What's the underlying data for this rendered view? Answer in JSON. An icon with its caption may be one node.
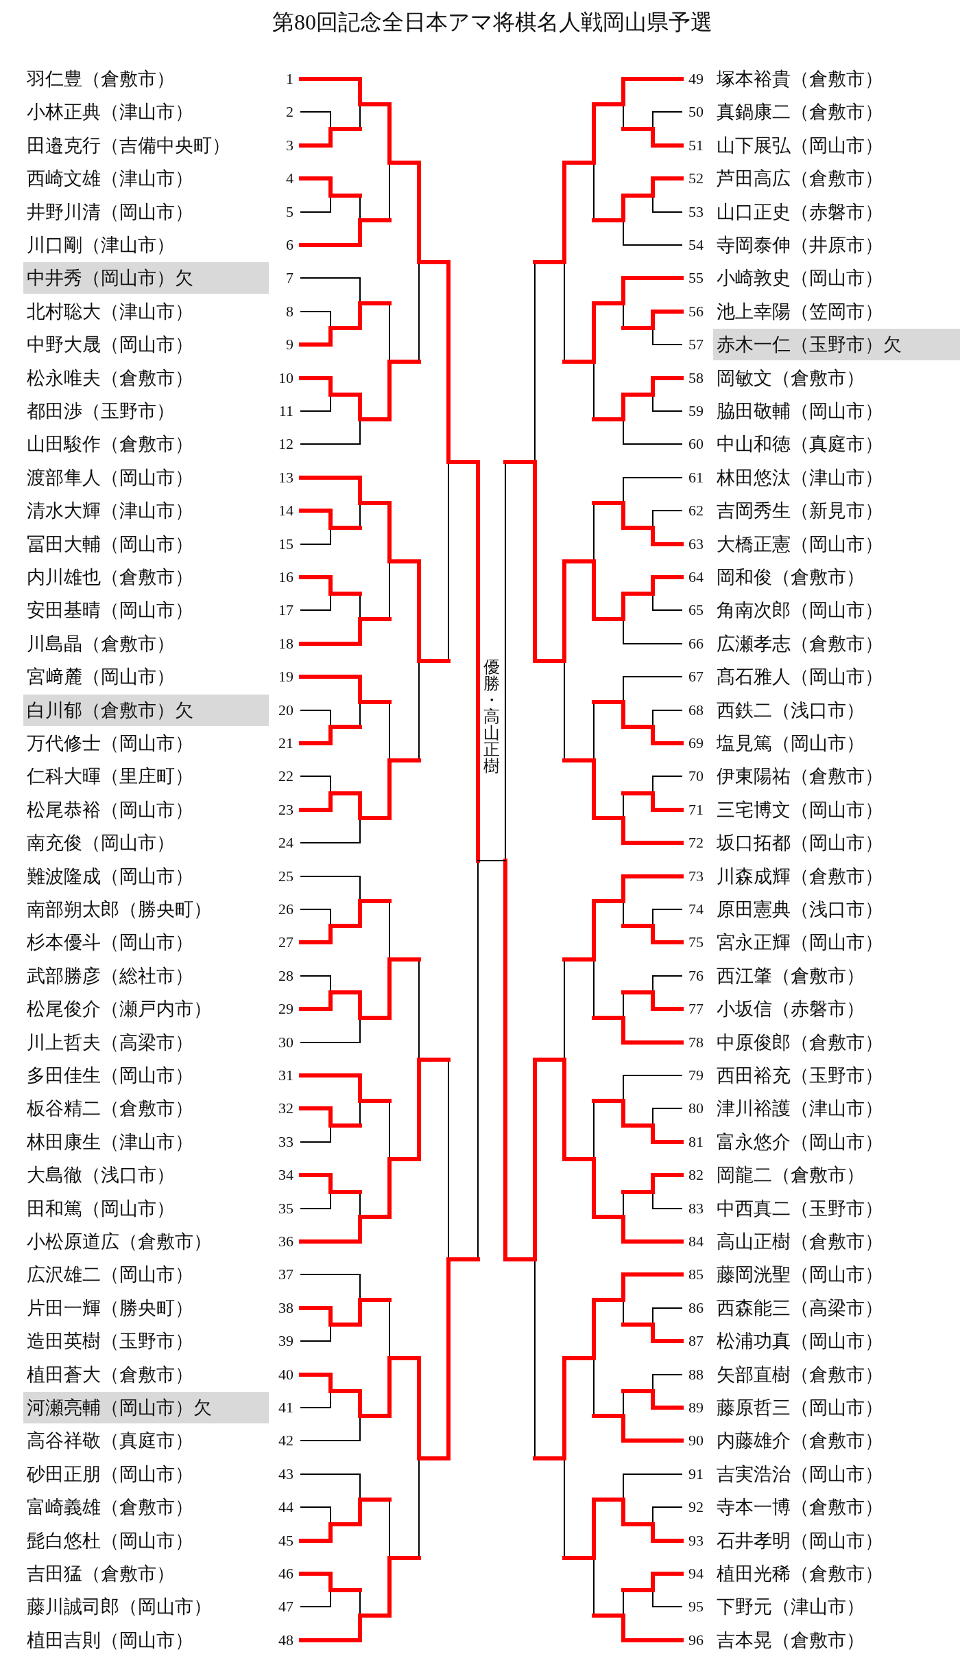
{
  "diagram": {
    "title": "第80回記念全日本アマ将棋名人戦岡山県予選",
    "nodes": [
      {
        "text": [
          "羽仁豊（倉敷市）"
        ],
        "beside": [
          "1"
        ]
      },
      {
        "text": [
          "小林正典（津山市）"
        ],
        "beside": [
          "2"
        ]
      },
      {
        "text": [
          "田邉克行（吉備中央町）"
        ],
        "beside": [
          "3"
        ]
      },
      {
        "text": [
          "西崎文雄（津山市）"
        ],
        "beside": [
          "4"
        ]
      },
      {
        "text": [
          "井野川清（岡山市）"
        ],
        "beside": [
          "5"
        ]
      },
      {
        "text": [
          "川口剛（津山市）"
        ],
        "beside": [
          "6"
        ]
      },
      {
        "text": [
          "中井秀（岡山市）欠"
        ],
        "beside": [
          "7"
        ]
      },
      {
        "text": [
          "北村聡大（津山市）"
        ],
        "beside": [
          "8"
        ]
      },
      {
        "text": [
          "中野大晟（岡山市）"
        ],
        "beside": [
          "9"
        ]
      },
      {
        "text": [
          "松永唯夫（倉敷市）"
        ],
        "beside": [
          "10"
        ]
      },
      {
        "text": [
          "都田渉（玉野市）"
        ],
        "beside": [
          "11"
        ]
      },
      {
        "text": [
          "山田駿作（倉敷市）"
        ],
        "beside": [
          "12"
        ]
      },
      {
        "text": [
          "渡部隼人（岡山市）"
        ],
        "beside": [
          "13"
        ]
      },
      {
        "text": [
          "清水大輝（津山市）"
        ],
        "beside": [
          "14"
        ]
      },
      {
        "text": [
          "冨田大輔（岡山市）"
        ],
        "beside": [
          "15"
        ]
      },
      {
        "text": [
          "内川雄也（倉敷市）"
        ],
        "beside": [
          "16"
        ]
      },
      {
        "text": [
          "安田基晴（岡山市）"
        ],
        "beside": [
          "17"
        ]
      },
      {
        "text": [
          "川島晶（倉敷市）"
        ],
        "beside": [
          "18"
        ]
      },
      {
        "text": [
          "宮﨑麓（岡山市）"
        ],
        "beside": [
          "19"
        ]
      },
      {
        "text": [
          "白川郁（倉敷市）欠"
        ],
        "beside": [
          "20"
        ]
      },
      {
        "text": [
          "万代修士（岡山市）"
        ],
        "beside": [
          "21"
        ]
      },
      {
        "text": [
          "仁科大暉（里庄町）"
        ],
        "beside": [
          "22"
        ]
      },
      {
        "text": [
          "松尾恭裕（岡山市）"
        ],
        "beside": [
          "23"
        ]
      },
      {
        "text": [
          "南充俊（岡山市）"
        ],
        "beside": [
          "24"
        ]
      },
      {
        "text": [
          "難波隆成（岡山市）"
        ],
        "beside": [
          "25"
        ]
      },
      {
        "text": [
          "南部朔太郎（勝央町）"
        ],
        "beside": [
          "26"
        ]
      },
      {
        "text": [
          "杉本優斗（岡山市）"
        ],
        "beside": [
          "27"
        ]
      },
      {
        "text": [
          "武部勝彦（総社市）"
        ],
        "beside": [
          "28"
        ]
      },
      {
        "text": [
          "松尾俊介（瀬戸内市）"
        ],
        "beside": [
          "29"
        ]
      },
      {
        "text": [
          "川上哲夫（高梁市）"
        ],
        "beside": [
          "30"
        ]
      },
      {
        "text": [
          "多田佳生（岡山市）"
        ],
        "beside": [
          "31"
        ]
      },
      {
        "text": [
          "板谷精二（倉敷市）"
        ],
        "beside": [
          "32"
        ]
      },
      {
        "text": [
          "林田康生（津山市）"
        ],
        "beside": [
          "33"
        ]
      },
      {
        "text": [
          "大島徹（浅口市）"
        ],
        "beside": [
          "34"
        ]
      },
      {
        "text": [
          "田和篤（岡山市）"
        ],
        "beside": [
          "35"
        ]
      },
      {
        "text": [
          "小松原道広（倉敷市）"
        ],
        "beside": [
          "36"
        ]
      },
      {
        "text": [
          "広沢雄二（岡山市）"
        ],
        "beside": [
          "37"
        ]
      },
      {
        "text": [
          "片田一輝（勝央町）"
        ],
        "beside": [
          "38"
        ]
      },
      {
        "text": [
          "造田英樹（玉野市）"
        ],
        "beside": [
          "39"
        ]
      },
      {
        "text": [
          "植田蒼大（倉敷市）"
        ],
        "beside": [
          "40"
        ]
      },
      {
        "text": [
          "河瀬亮輔（岡山市）欠"
        ],
        "beside": [
          "41"
        ]
      },
      {
        "text": [
          "高谷祥敬（真庭市）"
        ],
        "beside": [
          "42"
        ]
      },
      {
        "text": [
          "砂田正朋（岡山市）"
        ],
        "beside": [
          "43"
        ]
      },
      {
        "text": [
          "富崎義雄（倉敷市）"
        ],
        "beside": [
          "44"
        ]
      },
      {
        "text": [
          "髭白悠杜（岡山市）"
        ],
        "beside": [
          "45"
        ]
      },
      {
        "text": [
          "吉田猛（倉敷市）"
        ],
        "beside": [
          "46"
        ]
      },
      {
        "text": [
          "藤川誠司郎（岡山市）"
        ],
        "beside": [
          "47"
        ]
      },
      {
        "text": [
          "植田吉則（岡山市）"
        ],
        "beside": [
          "48"
        ]
      },
      {
        "text": [
          "塚本裕貴（倉敷市）"
        ],
        "beside": [
          "49"
        ]
      },
      {
        "text": [
          "真鍋康二（倉敷市）"
        ],
        "beside": [
          "50"
        ]
      },
      {
        "text": [
          "山下展弘（岡山市）"
        ],
        "beside": [
          "51"
        ]
      },
      {
        "text": [
          "芦田高広（倉敷市）"
        ],
        "beside": [
          "52"
        ]
      },
      {
        "text": [
          "山口正史（赤磐市）"
        ],
        "beside": [
          "53"
        ]
      },
      {
        "text": [
          "寺岡泰伸（井原市）"
        ],
        "beside": [
          "54"
        ]
      },
      {
        "text": [
          "小崎敦史（岡山市）"
        ],
        "beside": [
          "55"
        ]
      },
      {
        "text": [
          "池上幸陽（笠岡市）"
        ],
        "beside": [
          "56"
        ]
      },
      {
        "text": [
          "赤木一仁（玉野市）欠"
        ],
        "beside": [
          "57"
        ]
      },
      {
        "text": [
          "岡敏文（倉敷市）"
        ],
        "beside": [
          "58"
        ]
      },
      {
        "text": [
          "脇田敬輔（岡山市）"
        ],
        "beside": [
          "59"
        ]
      },
      {
        "text": [
          "中山和徳（真庭市）"
        ],
        "beside": [
          "60"
        ]
      },
      {
        "text": [
          "林田悠汰（津山市）"
        ],
        "beside": [
          "61"
        ]
      },
      {
        "text": [
          "吉岡秀生（新見市）"
        ],
        "beside": [
          "62"
        ]
      },
      {
        "text": [
          "大橋正憲（岡山市）"
        ],
        "beside": [
          "63"
        ]
      },
      {
        "text": [
          "岡和俊（倉敷市）"
        ],
        "beside": [
          "64"
        ]
      },
      {
        "text": [
          "角南次郎（岡山市）"
        ],
        "beside": [
          "65"
        ]
      },
      {
        "text": [
          "広瀬孝志（倉敷市）"
        ],
        "beside": [
          "66"
        ]
      },
      {
        "text": [
          "髙石雅人（岡山市）"
        ],
        "beside": [
          "67"
        ]
      },
      {
        "text": [
          "西鉄二（浅口市）"
        ],
        "beside": [
          "68"
        ]
      },
      {
        "text": [
          "塩見篤（岡山市）"
        ],
        "beside": [
          "69"
        ]
      },
      {
        "text": [
          "伊東陽祐（倉敷市）"
        ],
        "beside": [
          "70"
        ]
      },
      {
        "text": [
          "三宅博文（岡山市）"
        ],
        "beside": [
          "71"
        ]
      },
      {
        "text": [
          "坂口拓都（岡山市）"
        ],
        "beside": [
          "72"
        ]
      },
      {
        "text": [
          "川森成輝（倉敷市）"
        ],
        "beside": [
          "73"
        ]
      },
      {
        "text": [
          "原田憲典（浅口市）"
        ],
        "beside": [
          "74"
        ]
      },
      {
        "text": [
          "宮永正輝（岡山市）"
        ],
        "beside": [
          "75"
        ]
      },
      {
        "text": [
          "西江肇（倉敷市）"
        ],
        "beside": [
          "76"
        ]
      },
      {
        "text": [
          "小坂信（赤磐市）"
        ],
        "beside": [
          "77"
        ]
      },
      {
        "text": [
          "中原俊郎（倉敷市）"
        ],
        "beside": [
          "78"
        ]
      },
      {
        "text": [
          "西田裕充（玉野市）"
        ],
        "beside": [
          "79"
        ]
      },
      {
        "text": [
          "津川裕護（津山市）"
        ],
        "beside": [
          "80"
        ]
      },
      {
        "text": [
          "富永悠介（岡山市）"
        ],
        "beside": [
          "81"
        ]
      },
      {
        "text": [
          "岡龍二（倉敷市）"
        ],
        "beside": [
          "82"
        ]
      },
      {
        "text": [
          "中西真二（玉野市）"
        ],
        "beside": [
          "83"
        ]
      },
      {
        "text": [
          "高山正樹（倉敷市）"
        ],
        "beside": [
          "84"
        ]
      },
      {
        "text": [
          "藤岡洸聖（岡山市）"
        ],
        "beside": [
          "85"
        ]
      },
      {
        "text": [
          "西森能三（高梁市）"
        ],
        "beside": [
          "86"
        ]
      },
      {
        "text": [
          "松浦功真（岡山市）"
        ],
        "beside": [
          "87"
        ]
      },
      {
        "text": [
          "矢部直樹（倉敷市）"
        ],
        "beside": [
          "88"
        ]
      },
      {
        "text": [
          "藤原哲三（岡山市）"
        ],
        "beside": [
          "89"
        ]
      },
      {
        "text": [
          "内藤雄介（倉敷市）"
        ],
        "beside": [
          "90"
        ]
      },
      {
        "text": [
          "吉実浩治（岡山市）"
        ],
        "beside": [
          "91"
        ]
      },
      {
        "text": [
          "寺本一博（倉敷市）"
        ],
        "beside": [
          "92"
        ]
      },
      {
        "text": [
          "石井孝明（岡山市）"
        ],
        "beside": [
          "93"
        ]
      },
      {
        "text": [
          "植田光稀（倉敷市）"
        ],
        "beside": [
          "94"
        ]
      },
      {
        "text": [
          "下野元（津山市）"
        ],
        "beside": [
          "95"
        ]
      },
      {
        "text": [
          "吉本晃（倉敷市）"
        ],
        "beside": [
          "96"
        ]
      },
      {
        "text": [],
        "shape": "bar"
      },
      {
        "text": [],
        "shape": "bar"
      },
      {
        "text": [],
        "shape": "bar"
      },
      {
        "text": [],
        "shape": "bar"
      },
      {
        "text": [],
        "shape": "bar"
      },
      {
        "text": [],
        "shape": "bar"
      },
      {
        "text": [],
        "shape": "bar"
      },
      {
        "text": [],
        "shape": "bar"
      },
      {
        "text": [],
        "shape": "bar"
      },
      {
        "text": [],
        "shape": "bar"
      },
      {
        "text": [],
        "shape": "bar"
      },
      {
        "text": [],
        "shape": "bar"
      },
      {
        "text": [],
        "shape": "bar"
      },
      {
        "text": [],
        "shape": "bar"
      },
      {
        "text": [],
        "shape": "bar"
      },
      {
        "text": [],
        "shape": "bar"
      },
      {
        "text": [],
        "shape": "bar"
      },
      {
        "text": [],
        "shape": "bar"
      },
      {
        "text": [],
        "shape": "bar"
      },
      {
        "text": [],
        "shape": "bar"
      },
      {
        "text": [],
        "shape": "bar"
      },
      {
        "text": [],
        "shape": "bar"
      },
      {
        "text": [],
        "shape": "bar"
      },
      {
        "text": [],
        "shape": "bar"
      },
      {
        "text": [],
        "shape": "bar"
      },
      {
        "text": [],
        "shape": "bar"
      },
      {
        "text": [],
        "shape": "bar"
      },
      {
        "text": [],
        "shape": "bar"
      },
      {
        "text": [],
        "shape": "bar"
      },
      {
        "text": [],
        "shape": "bar"
      },
      {
        "text": [],
        "shape": "bar"
      },
      {
        "text": [],
        "shape": "bar"
      },
      {
        "text": [],
        "shape": "bar"
      },
      {
        "text": [],
        "shape": "bar"
      },
      {
        "text": [],
        "shape": "bar"
      },
      {
        "text": [],
        "shape": "bar"
      },
      {
        "text": [],
        "shape": "bar"
      },
      {
        "text": [],
        "shape": "bar"
      },
      {
        "text": [],
        "shape": "bar"
      },
      {
        "text": [],
        "shape": "bar"
      },
      {
        "text": [],
        "shape": "bar"
      },
      {
        "text": [],
        "shape": "bar"
      },
      {
        "text": [],
        "shape": "bar"
      },
      {
        "text": [],
        "shape": "bar"
      },
      {
        "text": [],
        "shape": "bar"
      },
      {
        "text": [],
        "shape": "bar"
      },
      {
        "text": [],
        "shape": "bar"
      },
      {
        "text": [],
        "shape": "bar"
      },
      {
        "text": [],
        "shape": "bar"
      },
      {
        "text": [],
        "shape": "bar"
      },
      {
        "text": [],
        "shape": "bar"
      },
      {
        "text": [],
        "shape": "bar"
      },
      {
        "text": [],
        "shape": "bar"
      },
      {
        "text": [],
        "shape": "bar"
      },
      {
        "text": [],
        "shape": "bar"
      },
      {
        "text": [],
        "shape": "bar"
      },
      {
        "text": [],
        "shape": "bar"
      },
      {
        "text": [],
        "shape": "bar"
      },
      {
        "text": [],
        "shape": "bar"
      },
      {
        "text": [],
        "shape": "bar"
      },
      {
        "text": [],
        "shape": "bar"
      },
      {
        "text": [],
        "shape": "bar"
      },
      {
        "text": [],
        "shape": "bar"
      },
      {
        "text": [],
        "shape": "bar"
      },
      {
        "text": [],
        "shape": "bar"
      },
      {
        "text": [],
        "shape": "bar"
      },
      {
        "text": [],
        "shape": "bar"
      },
      {
        "text": [],
        "shape": "bar"
      },
      {
        "text": [],
        "shape": "bar"
      },
      {
        "text": [],
        "shape": "bar"
      },
      {
        "text": [],
        "shape": "bar"
      },
      {
        "text": [],
        "shape": "bar"
      },
      {
        "text": [],
        "shape": "bar"
      },
      {
        "text": [],
        "shape": "bar"
      },
      {
        "text": [],
        "shape": "bar"
      },
      {
        "text": [],
        "shape": "bar"
      },
      {
        "text": [],
        "shape": "bar"
      },
      {
        "text": [],
        "shape": "bar"
      },
      {
        "text": [],
        "shape": "bar"
      },
      {
        "text": [],
        "shape": "bar"
      },
      {
        "text": [],
        "shape": "bar"
      },
      {
        "text": [],
        "shape": "bar"
      },
      {
        "text": [],
        "shape": "bar"
      },
      {
        "text": [],
        "shape": "bar"
      },
      {
        "text": [],
        "shape": "bar"
      },
      {
        "text": [],
        "shape": "bar"
      },
      {
        "text": [],
        "shape": "bar"
      },
      {
        "text": [],
        "shape": "bar"
      },
      {
        "text": [],
        "shape": "bar"
      },
      {
        "text": [],
        "shape": "bar"
      },
      {
        "text": [],
        "shape": "bar"
      },
      {
        "text": [],
        "shape": "bar"
      },
      {
        "text": [],
        "shape": "bar"
      },
      {
        "text": [],
        "shape": "bar"
      }
    ],
    "edges": [
      {
        "from": 1,
        "to": 96,
        "arrow": "none"
      },
      {
        "from": 2,
        "to": 96,
        "arrow": "none",
        "style": "thick",
        "color": "#ff0000"
      },
      {
        "from": 0,
        "to": 97,
        "arrow": "none",
        "style": "thick",
        "color": "#ff0000"
      },
      {
        "from": 96,
        "to": 97,
        "arrow": "none"
      },
      {
        "from": 3,
        "to": 98,
        "arrow": "none",
        "style": "thick",
        "color": "#ff0000"
      },
      {
        "from": 4,
        "to": 98,
        "arrow": "none"
      },
      {
        "from": 98,
        "to": 99,
        "arrow": "none"
      },
      {
        "from": 5,
        "to": 99,
        "arrow": "none",
        "style": "thick",
        "color": "#ff0000"
      },
      {
        "from": 97,
        "to": 100,
        "arrow": "none",
        "style": "thick",
        "color": "#ff0000"
      },
      {
        "from": 99,
        "to": 100,
        "arrow": "none"
      },
      {
        "from": 7,
        "to": 101,
        "arrow": "none"
      },
      {
        "from": 8,
        "to": 101,
        "arrow": "none",
        "style": "thick",
        "color": "#ff0000"
      },
      {
        "from": 6,
        "to": 102,
        "arrow": "none"
      },
      {
        "from": 101,
        "to": 102,
        "arrow": "none",
        "style": "thick",
        "color": "#ff0000"
      },
      {
        "from": 9,
        "to": 103,
        "arrow": "none",
        "style": "thick",
        "color": "#ff0000"
      },
      {
        "from": 10,
        "to": 103,
        "arrow": "none"
      },
      {
        "from": 103,
        "to": 104,
        "arrow": "none",
        "style": "thick",
        "color": "#ff0000"
      },
      {
        "from": 11,
        "to": 104,
        "arrow": "none"
      },
      {
        "from": 102,
        "to": 105,
        "arrow": "none"
      },
      {
        "from": 104,
        "to": 105,
        "arrow": "none",
        "style": "thick",
        "color": "#ff0000"
      },
      {
        "from": 100,
        "to": 106,
        "arrow": "none",
        "style": "thick",
        "color": "#ff0000"
      },
      {
        "from": 105,
        "to": 106,
        "arrow": "none"
      },
      {
        "from": 13,
        "to": 107,
        "arrow": "none",
        "style": "thick",
        "color": "#ff0000"
      },
      {
        "from": 14,
        "to": 107,
        "arrow": "none"
      },
      {
        "from": 12,
        "to": 108,
        "arrow": "none",
        "style": "thick",
        "color": "#ff0000"
      },
      {
        "from": 107,
        "to": 108,
        "arrow": "none"
      },
      {
        "from": 15,
        "to": 109,
        "arrow": "none",
        "style": "thick",
        "color": "#ff0000"
      },
      {
        "from": 16,
        "to": 109,
        "arrow": "none"
      },
      {
        "from": 109,
        "to": 110,
        "arrow": "none"
      },
      {
        "from": 17,
        "to": 110,
        "arrow": "none",
        "style": "thick",
        "color": "#ff0000"
      },
      {
        "from": 108,
        "to": 111,
        "arrow": "none",
        "style": "thick",
        "color": "#ff0000"
      },
      {
        "from": 110,
        "to": 111,
        "arrow": "none"
      },
      {
        "from": 19,
        "to": 112,
        "arrow": "none"
      },
      {
        "from": 20,
        "to": 112,
        "arrow": "none",
        "style": "thick",
        "color": "#ff0000"
      },
      {
        "from": 18,
        "to": 113,
        "arrow": "none",
        "style": "thick",
        "color": "#ff0000"
      },
      {
        "from": 112,
        "to": 113,
        "arrow": "none"
      },
      {
        "from": 21,
        "to": 114,
        "arrow": "none"
      },
      {
        "from": 22,
        "to": 114,
        "arrow": "none",
        "style": "thick",
        "color": "#ff0000"
      },
      {
        "from": 114,
        "to": 115,
        "arrow": "none",
        "style": "thick",
        "color": "#ff0000"
      },
      {
        "from": 23,
        "to": 115,
        "arrow": "none"
      },
      {
        "from": 113,
        "to": 116,
        "arrow": "none"
      },
      {
        "from": 115,
        "to": 116,
        "arrow": "none",
        "style": "thick",
        "color": "#ff0000"
      },
      {
        "from": 111,
        "to": 117,
        "arrow": "none",
        "style": "thick",
        "color": "#ff0000"
      },
      {
        "from": 116,
        "to": 117,
        "arrow": "none"
      },
      {
        "from": 106,
        "to": 118,
        "arrow": "none",
        "style": "thick",
        "color": "#ff0000"
      },
      {
        "from": 117,
        "to": 118,
        "arrow": "none"
      },
      {
        "from": 25,
        "to": 119,
        "arrow": "none"
      },
      {
        "from": 26,
        "to": 119,
        "arrow": "none",
        "style": "thick",
        "color": "#ff0000"
      },
      {
        "from": 24,
        "to": 120,
        "arrow": "none"
      },
      {
        "from": 119,
        "to": 120,
        "arrow": "none",
        "style": "thick",
        "color": "#ff0000"
      },
      {
        "from": 27,
        "to": 121,
        "arrow": "none"
      },
      {
        "from": 28,
        "to": 121,
        "arrow": "none",
        "style": "thick",
        "color": "#ff0000"
      },
      {
        "from": 121,
        "to": 122,
        "arrow": "none",
        "style": "thick",
        "color": "#ff0000"
      },
      {
        "from": 29,
        "to": 122,
        "arrow": "none"
      },
      {
        "from": 120,
        "to": 123,
        "arrow": "none"
      },
      {
        "from": 122,
        "to": 123,
        "arrow": "none",
        "style": "thick",
        "color": "#ff0000"
      },
      {
        "from": 31,
        "to": 124,
        "arrow": "none",
        "style": "thick",
        "color": "#ff0000"
      },
      {
        "from": 32,
        "to": 124,
        "arrow": "none"
      },
      {
        "from": 30,
        "to": 125,
        "arrow": "none",
        "style": "thick",
        "color": "#ff0000"
      },
      {
        "from": 124,
        "to": 125,
        "arrow": "none"
      },
      {
        "from": 33,
        "to": 126,
        "arrow": "none",
        "style": "thick",
        "color": "#ff0000"
      },
      {
        "from": 34,
        "to": 126,
        "arrow": "none"
      },
      {
        "from": 126,
        "to": 127,
        "arrow": "none"
      },
      {
        "from": 35,
        "to": 127,
        "arrow": "none",
        "style": "thick",
        "color": "#ff0000"
      },
      {
        "from": 125,
        "to": 128,
        "arrow": "none"
      },
      {
        "from": 127,
        "to": 128,
        "arrow": "none",
        "style": "thick",
        "color": "#ff0000"
      },
      {
        "from": 123,
        "to": 129,
        "arrow": "none"
      },
      {
        "from": 128,
        "to": 129,
        "arrow": "none",
        "style": "thick",
        "color": "#ff0000"
      },
      {
        "from": 37,
        "to": 130,
        "arrow": "none",
        "style": "thick",
        "color": "#ff0000"
      },
      {
        "from": 38,
        "to": 130,
        "arrow": "none"
      },
      {
        "from": 36,
        "to": 131,
        "arrow": "none"
      },
      {
        "from": 130,
        "to": 131,
        "arrow": "none",
        "style": "thick",
        "color": "#ff0000"
      },
      {
        "from": 39,
        "to": 132,
        "arrow": "none",
        "style": "thick",
        "color": "#ff0000"
      },
      {
        "from": 40,
        "to": 132,
        "arrow": "none"
      },
      {
        "from": 132,
        "to": 133,
        "arrow": "none",
        "style": "thick",
        "color": "#ff0000"
      },
      {
        "from": 41,
        "to": 133,
        "arrow": "none"
      },
      {
        "from": 131,
        "to": 134,
        "arrow": "none"
      },
      {
        "from": 133,
        "to": 134,
        "arrow": "none",
        "style": "thick",
        "color": "#ff0000"
      },
      {
        "from": 43,
        "to": 135,
        "arrow": "none"
      },
      {
        "from": 44,
        "to": 135,
        "arrow": "none",
        "style": "thick",
        "color": "#ff0000"
      },
      {
        "from": 42,
        "to": 136,
        "arrow": "none"
      },
      {
        "from": 135,
        "to": 136,
        "arrow": "none",
        "style": "thick",
        "color": "#ff0000"
      },
      {
        "from": 45,
        "to": 137,
        "arrow": "none",
        "style": "thick",
        "color": "#ff0000"
      },
      {
        "from": 46,
        "to": 137,
        "arrow": "none"
      },
      {
        "from": 137,
        "to": 138,
        "arrow": "none"
      },
      {
        "from": 47,
        "to": 138,
        "arrow": "none",
        "style": "thick",
        "color": "#ff0000"
      },
      {
        "from": 136,
        "to": 139,
        "arrow": "none"
      },
      {
        "from": 138,
        "to": 139,
        "arrow": "none",
        "style": "thick",
        "color": "#ff0000"
      },
      {
        "from": 134,
        "to": 140,
        "arrow": "none",
        "style": "thick",
        "color": "#ff0000"
      },
      {
        "from": 139,
        "to": 140,
        "arrow": "none"
      },
      {
        "from": 129,
        "to": 141,
        "arrow": "none"
      },
      {
        "from": 140,
        "to": 141,
        "arrow": "none",
        "style": "thick",
        "color": "#ff0000"
      },
      {
        "from": 118,
        "to": 142,
        "arrow": "none",
        "style": "thick",
        "color": "#ff0000"
      },
      {
        "from": 141,
        "to": 142,
        "arrow": "none"
      },
      {
        "from": 49,
        "to": 143,
        "arrow": "none"
      },
      {
        "from": 50,
        "to": 143,
        "arrow": "none",
        "style": "thick",
        "color": "#ff0000"
      },
      {
        "from": 48,
        "to": 144,
        "arrow": "none",
        "style": "thick",
        "color": "#ff0000"
      },
      {
        "from": 143,
        "to": 144,
        "arrow": "none"
      },
      {
        "from": 51,
        "to": 145,
        "arrow": "none",
        "style": "thick",
        "color": "#ff0000"
      },
      {
        "from": 52,
        "to": 145,
        "arrow": "none"
      },
      {
        "from": 145,
        "to": 146,
        "arrow": "none",
        "style": "thick",
        "color": "#ff0000"
      },
      {
        "from": 53,
        "to": 146,
        "arrow": "none"
      },
      {
        "from": 144,
        "to": 147,
        "arrow": "none",
        "style": "thick",
        "color": "#ff0000"
      },
      {
        "from": 146,
        "to": 147,
        "arrow": "none"
      },
      {
        "from": 55,
        "to": 148,
        "arrow": "none",
        "style": "thick",
        "color": "#ff0000"
      },
      {
        "from": 56,
        "to": 148,
        "arrow": "none"
      },
      {
        "from": 54,
        "to": 149,
        "arrow": "none",
        "style": "thick",
        "color": "#ff0000"
      },
      {
        "from": 148,
        "to": 149,
        "arrow": "none"
      },
      {
        "from": 57,
        "to": 150,
        "arrow": "none",
        "style": "thick",
        "color": "#ff0000"
      },
      {
        "from": 58,
        "to": 150,
        "arrow": "none"
      },
      {
        "from": 150,
        "to": 151,
        "arrow": "none",
        "style": "thick",
        "color": "#ff0000"
      },
      {
        "from": 59,
        "to": 151,
        "arrow": "none"
      },
      {
        "from": 149,
        "to": 152,
        "arrow": "none",
        "style": "thick",
        "color": "#ff0000"
      },
      {
        "from": 151,
        "to": 152,
        "arrow": "none"
      },
      {
        "from": 147,
        "to": 153,
        "arrow": "none",
        "style": "thick",
        "color": "#ff0000"
      },
      {
        "from": 152,
        "to": 153,
        "arrow": "none"
      },
      {
        "from": 61,
        "to": 154,
        "arrow": "none"
      },
      {
        "from": 62,
        "to": 154,
        "arrow": "none",
        "style": "thick",
        "color": "#ff0000"
      },
      {
        "from": 60,
        "to": 155,
        "arrow": "none"
      },
      {
        "from": 154,
        "to": 155,
        "arrow": "none",
        "style": "thick",
        "color": "#ff0000"
      },
      {
        "from": 63,
        "to": 156,
        "arrow": "none",
        "style": "thick",
        "color": "#ff0000"
      },
      {
        "from": 64,
        "to": 156,
        "arrow": "none"
      },
      {
        "from": 156,
        "to": 157,
        "arrow": "none",
        "style": "thick",
        "color": "#ff0000"
      },
      {
        "from": 65,
        "to": 157,
        "arrow": "none"
      },
      {
        "from": 155,
        "to": 158,
        "arrow": "none"
      },
      {
        "from": 157,
        "to": 158,
        "arrow": "none",
        "style": "thick",
        "color": "#ff0000"
      },
      {
        "from": 67,
        "to": 159,
        "arrow": "none"
      },
      {
        "from": 68,
        "to": 159,
        "arrow": "none",
        "style": "thick",
        "color": "#ff0000"
      },
      {
        "from": 66,
        "to": 160,
        "arrow": "none"
      },
      {
        "from": 159,
        "to": 160,
        "arrow": "none",
        "style": "thick",
        "color": "#ff0000"
      },
      {
        "from": 69,
        "to": 161,
        "arrow": "none"
      },
      {
        "from": 70,
        "to": 161,
        "arrow": "none",
        "style": "thick",
        "color": "#ff0000"
      },
      {
        "from": 161,
        "to": 162,
        "arrow": "none"
      },
      {
        "from": 71,
        "to": 162,
        "arrow": "none",
        "style": "thick",
        "color": "#ff0000"
      },
      {
        "from": 160,
        "to": 163,
        "arrow": "none"
      },
      {
        "from": 162,
        "to": 163,
        "arrow": "none",
        "style": "thick",
        "color": "#ff0000"
      },
      {
        "from": 158,
        "to": 164,
        "arrow": "none",
        "style": "thick",
        "color": "#ff0000"
      },
      {
        "from": 163,
        "to": 164,
        "arrow": "none"
      },
      {
        "from": 153,
        "to": 165,
        "arrow": "none"
      },
      {
        "from": 164,
        "to": 165,
        "arrow": "none",
        "style": "thick",
        "color": "#ff0000"
      },
      {
        "from": 73,
        "to": 166,
        "arrow": "none"
      },
      {
        "from": 74,
        "to": 166,
        "arrow": "none",
        "style": "thick",
        "color": "#ff0000"
      },
      {
        "from": 72,
        "to": 167,
        "arrow": "none",
        "style": "thick",
        "color": "#ff0000"
      },
      {
        "from": 166,
        "to": 167,
        "arrow": "none"
      },
      {
        "from": 75,
        "to": 168,
        "arrow": "none"
      },
      {
        "from": 76,
        "to": 168,
        "arrow": "none",
        "style": "thick",
        "color": "#ff0000"
      },
      {
        "from": 168,
        "to": 169,
        "arrow": "none"
      },
      {
        "from": 77,
        "to": 169,
        "arrow": "none",
        "style": "thick",
        "color": "#ff0000"
      },
      {
        "from": 167,
        "to": 170,
        "arrow": "none",
        "style": "thick",
        "color": "#ff0000"
      },
      {
        "from": 169,
        "to": 170,
        "arrow": "none"
      },
      {
        "from": 79,
        "to": 171,
        "arrow": "none"
      },
      {
        "from": 80,
        "to": 171,
        "arrow": "none",
        "style": "thick",
        "color": "#ff0000"
      },
      {
        "from": 78,
        "to": 172,
        "arrow": "none"
      },
      {
        "from": 171,
        "to": 172,
        "arrow": "none",
        "style": "thick",
        "color": "#ff0000"
      },
      {
        "from": 81,
        "to": 173,
        "arrow": "none",
        "style": "thick",
        "color": "#ff0000"
      },
      {
        "from": 82,
        "to": 173,
        "arrow": "none"
      },
      {
        "from": 173,
        "to": 174,
        "arrow": "none"
      },
      {
        "from": 83,
        "to": 174,
        "arrow": "none",
        "style": "thick",
        "color": "#ff0000"
      },
      {
        "from": 172,
        "to": 175,
        "arrow": "none"
      },
      {
        "from": 174,
        "to": 175,
        "arrow": "none",
        "style": "thick",
        "color": "#ff0000"
      },
      {
        "from": 170,
        "to": 176,
        "arrow": "none"
      },
      {
        "from": 175,
        "to": 176,
        "arrow": "none",
        "style": "thick",
        "color": "#ff0000"
      },
      {
        "from": 85,
        "to": 177,
        "arrow": "none"
      },
      {
        "from": 86,
        "to": 177,
        "arrow": "none",
        "style": "thick",
        "color": "#ff0000"
      },
      {
        "from": 84,
        "to": 178,
        "arrow": "none",
        "style": "thick",
        "color": "#ff0000"
      },
      {
        "from": 177,
        "to": 178,
        "arrow": "none"
      },
      {
        "from": 87,
        "to": 179,
        "arrow": "none"
      },
      {
        "from": 88,
        "to": 179,
        "arrow": "none",
        "style": "thick",
        "color": "#ff0000"
      },
      {
        "from": 179,
        "to": 180,
        "arrow": "none"
      },
      {
        "from": 89,
        "to": 180,
        "arrow": "none",
        "style": "thick",
        "color": "#ff0000"
      },
      {
        "from": 178,
        "to": 181,
        "arrow": "none",
        "style": "thick",
        "color": "#ff0000"
      },
      {
        "from": 180,
        "to": 181,
        "arrow": "none"
      },
      {
        "from": 91,
        "to": 182,
        "arrow": "none"
      },
      {
        "from": 92,
        "to": 182,
        "arrow": "none",
        "style": "thick",
        "color": "#ff0000"
      },
      {
        "from": 90,
        "to": 183,
        "arrow": "none"
      },
      {
        "from": 182,
        "to": 183,
        "arrow": "none",
        "style": "thick",
        "color": "#ff0000"
      },
      {
        "from": 93,
        "to": 184,
        "arrow": "none",
        "style": "thick",
        "color": "#ff0000"
      },
      {
        "from": 94,
        "to": 184,
        "arrow": "none"
      },
      {
        "from": 184,
        "to": 185,
        "arrow": "none"
      },
      {
        "from": 95,
        "to": 185,
        "arrow": "none",
        "style": "thick",
        "color": "#ff0000"
      },
      {
        "from": 183,
        "to": 186,
        "arrow": "none",
        "style": "thick",
        "color": "#ff0000"
      },
      {
        "from": 185,
        "to": 186,
        "arrow": "none"
      },
      {
        "from": 181,
        "to": 187,
        "arrow": "none",
        "style": "thick",
        "color": "#ff0000"
      },
      {
        "from": 186,
        "to": 187,
        "arrow": "none"
      },
      {
        "from": 176,
        "to": 188,
        "arrow": "none",
        "style": "thick",
        "color": "#ff0000"
      },
      {
        "from": 187,
        "to": 188,
        "arrow": "none"
      },
      {
        "from": 165,
        "to": 189,
        "arrow": "none"
      },
      {
        "from": 188,
        "to": 189,
        "arrow": "none",
        "style": "thick",
        "color": "#ff0000"
      },
      {
        "from": 142,
        "to": 189,
        "arrow": "none"
      }
    ],
    "labels": [
      "優勝・高山正樹"
    ]
  }
}
